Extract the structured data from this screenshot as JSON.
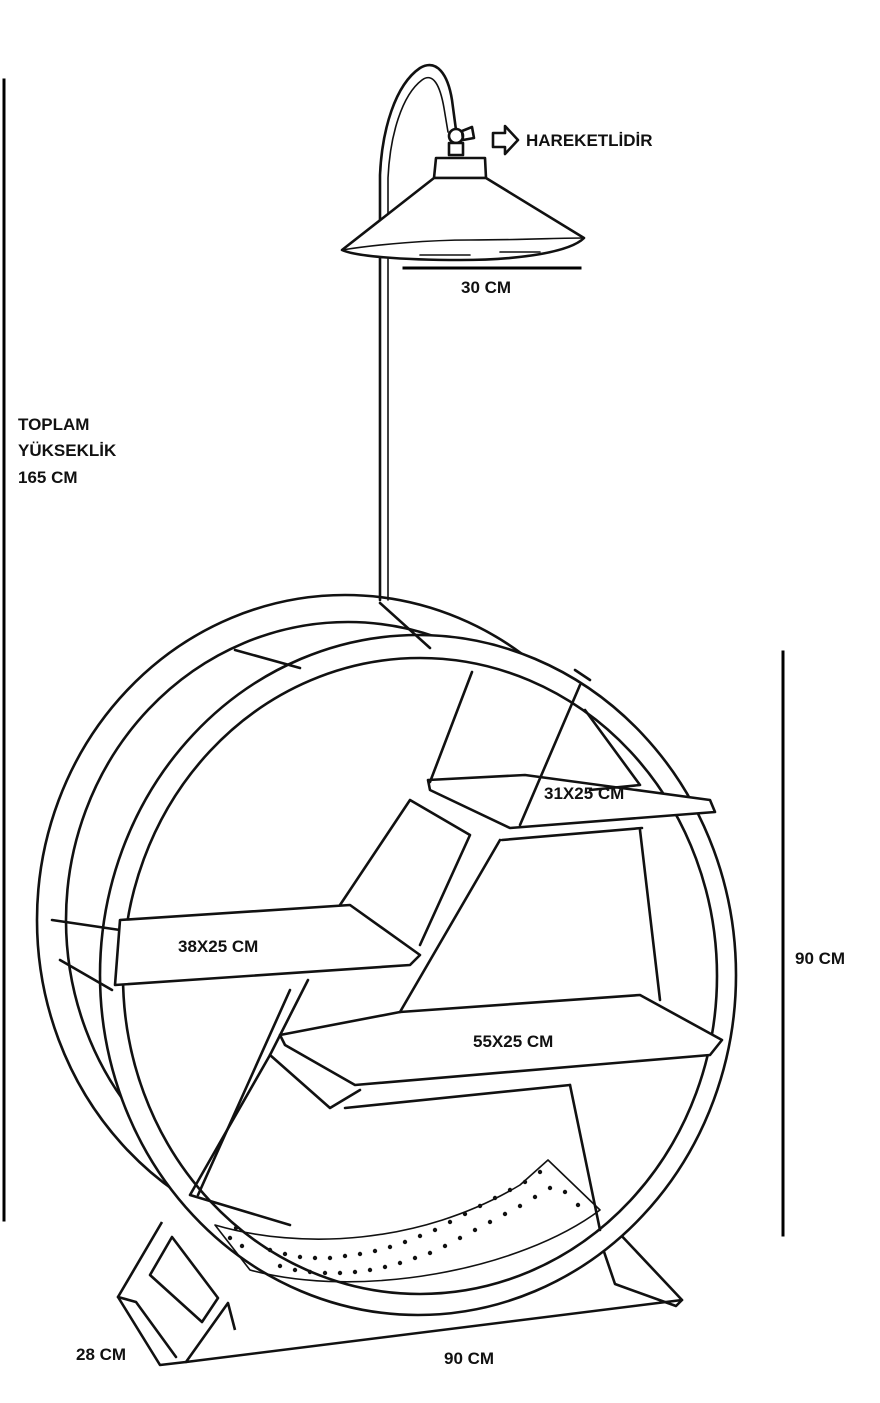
{
  "labels": {
    "movable": "HAREKETLİDİR",
    "shade_width": "30 CM",
    "total_height_line1": "TOPLAM",
    "total_height_line2": "YÜKSEKLİK",
    "total_height_line3": "165 CM",
    "shelf_top": "31X25 CM",
    "shelf_left": "38X25 CM",
    "shelf_mid": "55X25 CM",
    "height_right": "90 CM",
    "depth": "28 CM",
    "width": "90 CM"
  },
  "colors": {
    "line": "#111111",
    "background": "#ffffff"
  },
  "icons": {
    "movable_arrow": "right-arrow-icon"
  }
}
